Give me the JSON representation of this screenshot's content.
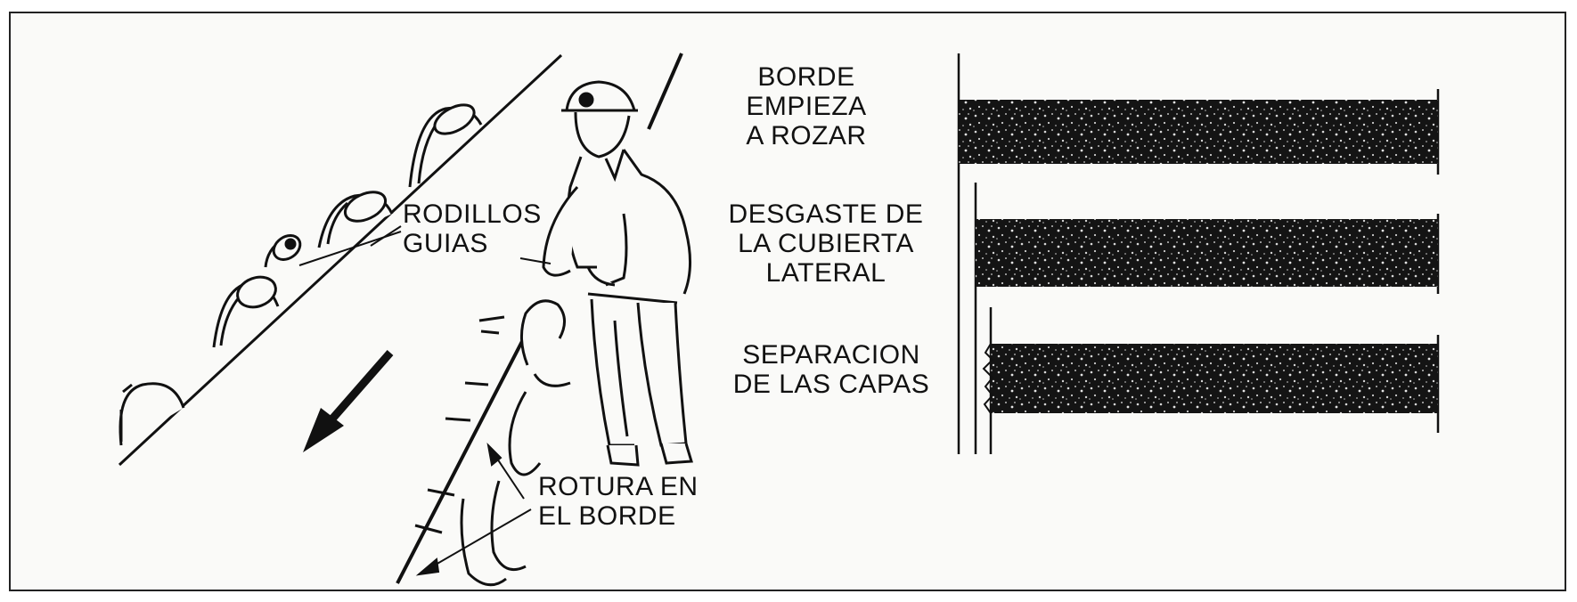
{
  "labels": {
    "rodillos_guias": "RODILLOS\nGUIAS",
    "rotura_borde": "ROTURA EN\nEL BORDE",
    "borde_rozar": "BORDE\nEMPIEZA\nA ROZAR",
    "desgaste": "DESGASTE DE\nLA CUBIERTA\nLATERAL",
    "separacion": "SEPARACION\nDE LAS CAPAS"
  },
  "colors": {
    "ink": "#111111",
    "belt": "#141414",
    "paper": "#fafaf8"
  },
  "icons": {
    "worker": "miner-with-helmet-icon",
    "arrow": "belt-direction-arrow-icon"
  }
}
